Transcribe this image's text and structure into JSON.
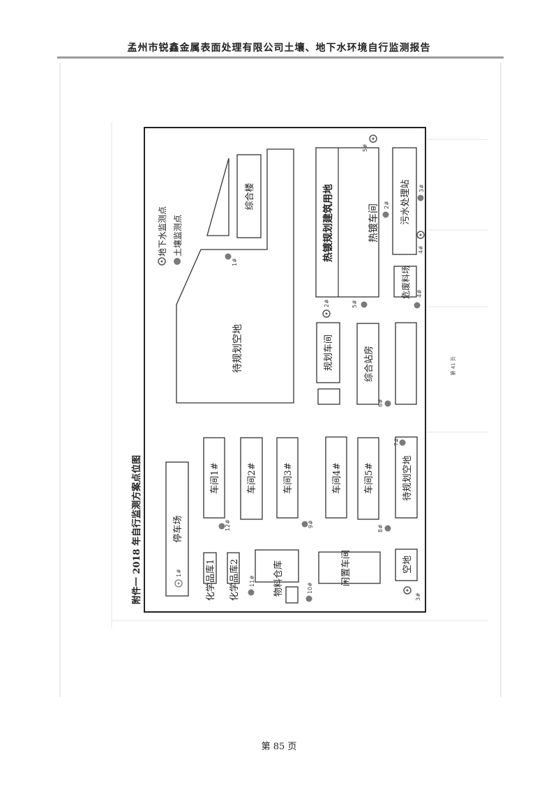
{
  "header": {
    "title": "孟州市锐鑫金属表面处理有限公司土壤、地下水环境自行监测报告"
  },
  "footer": {
    "page": "第 85 页"
  },
  "scan": {
    "inner_page": "第 41 页"
  },
  "map": {
    "title": "附件一  2018 年自行监测方案点位图",
    "legend": {
      "groundwater": "地下水监测点",
      "soil": "土壤监测点"
    },
    "areas": {
      "zonghelou": "综合楼",
      "daiguihua1": "待规划空地",
      "redu_plan": "热镀规划建筑用地",
      "redu_shop": "热镀车间",
      "wushui": "污水处理站",
      "weifei": "危废料场",
      "guihua_shop": "规划车间",
      "zhanfang": "综合站房",
      "parking": "停车场",
      "shop1": "车间1#",
      "shop2": "车间2#",
      "shop3": "车间3#",
      "shop4": "车间4#",
      "shop5": "车间5#",
      "daiguihua2": "待规划空地",
      "chem1": "化学品库1",
      "chem2": "化学品库2",
      "material": "物料仓库",
      "idle": "闲置车间",
      "empty": "空地"
    },
    "points": {
      "gw1": "1#",
      "gw2": "2#",
      "gw3": "3#",
      "gw4": "4#",
      "gw5": "5#",
      "s1": "1#",
      "s2": "2#",
      "s3": "3#",
      "s4": "4#",
      "s5": "5#",
      "s6": "6#",
      "s7": "7#",
      "s8": "8#",
      "s9": "9#",
      "s10": "10#",
      "s11": "11#",
      "s12": "12#"
    },
    "colors": {
      "soil_point": "#7a7a7a",
      "groundwater_point": "#555555"
    }
  }
}
